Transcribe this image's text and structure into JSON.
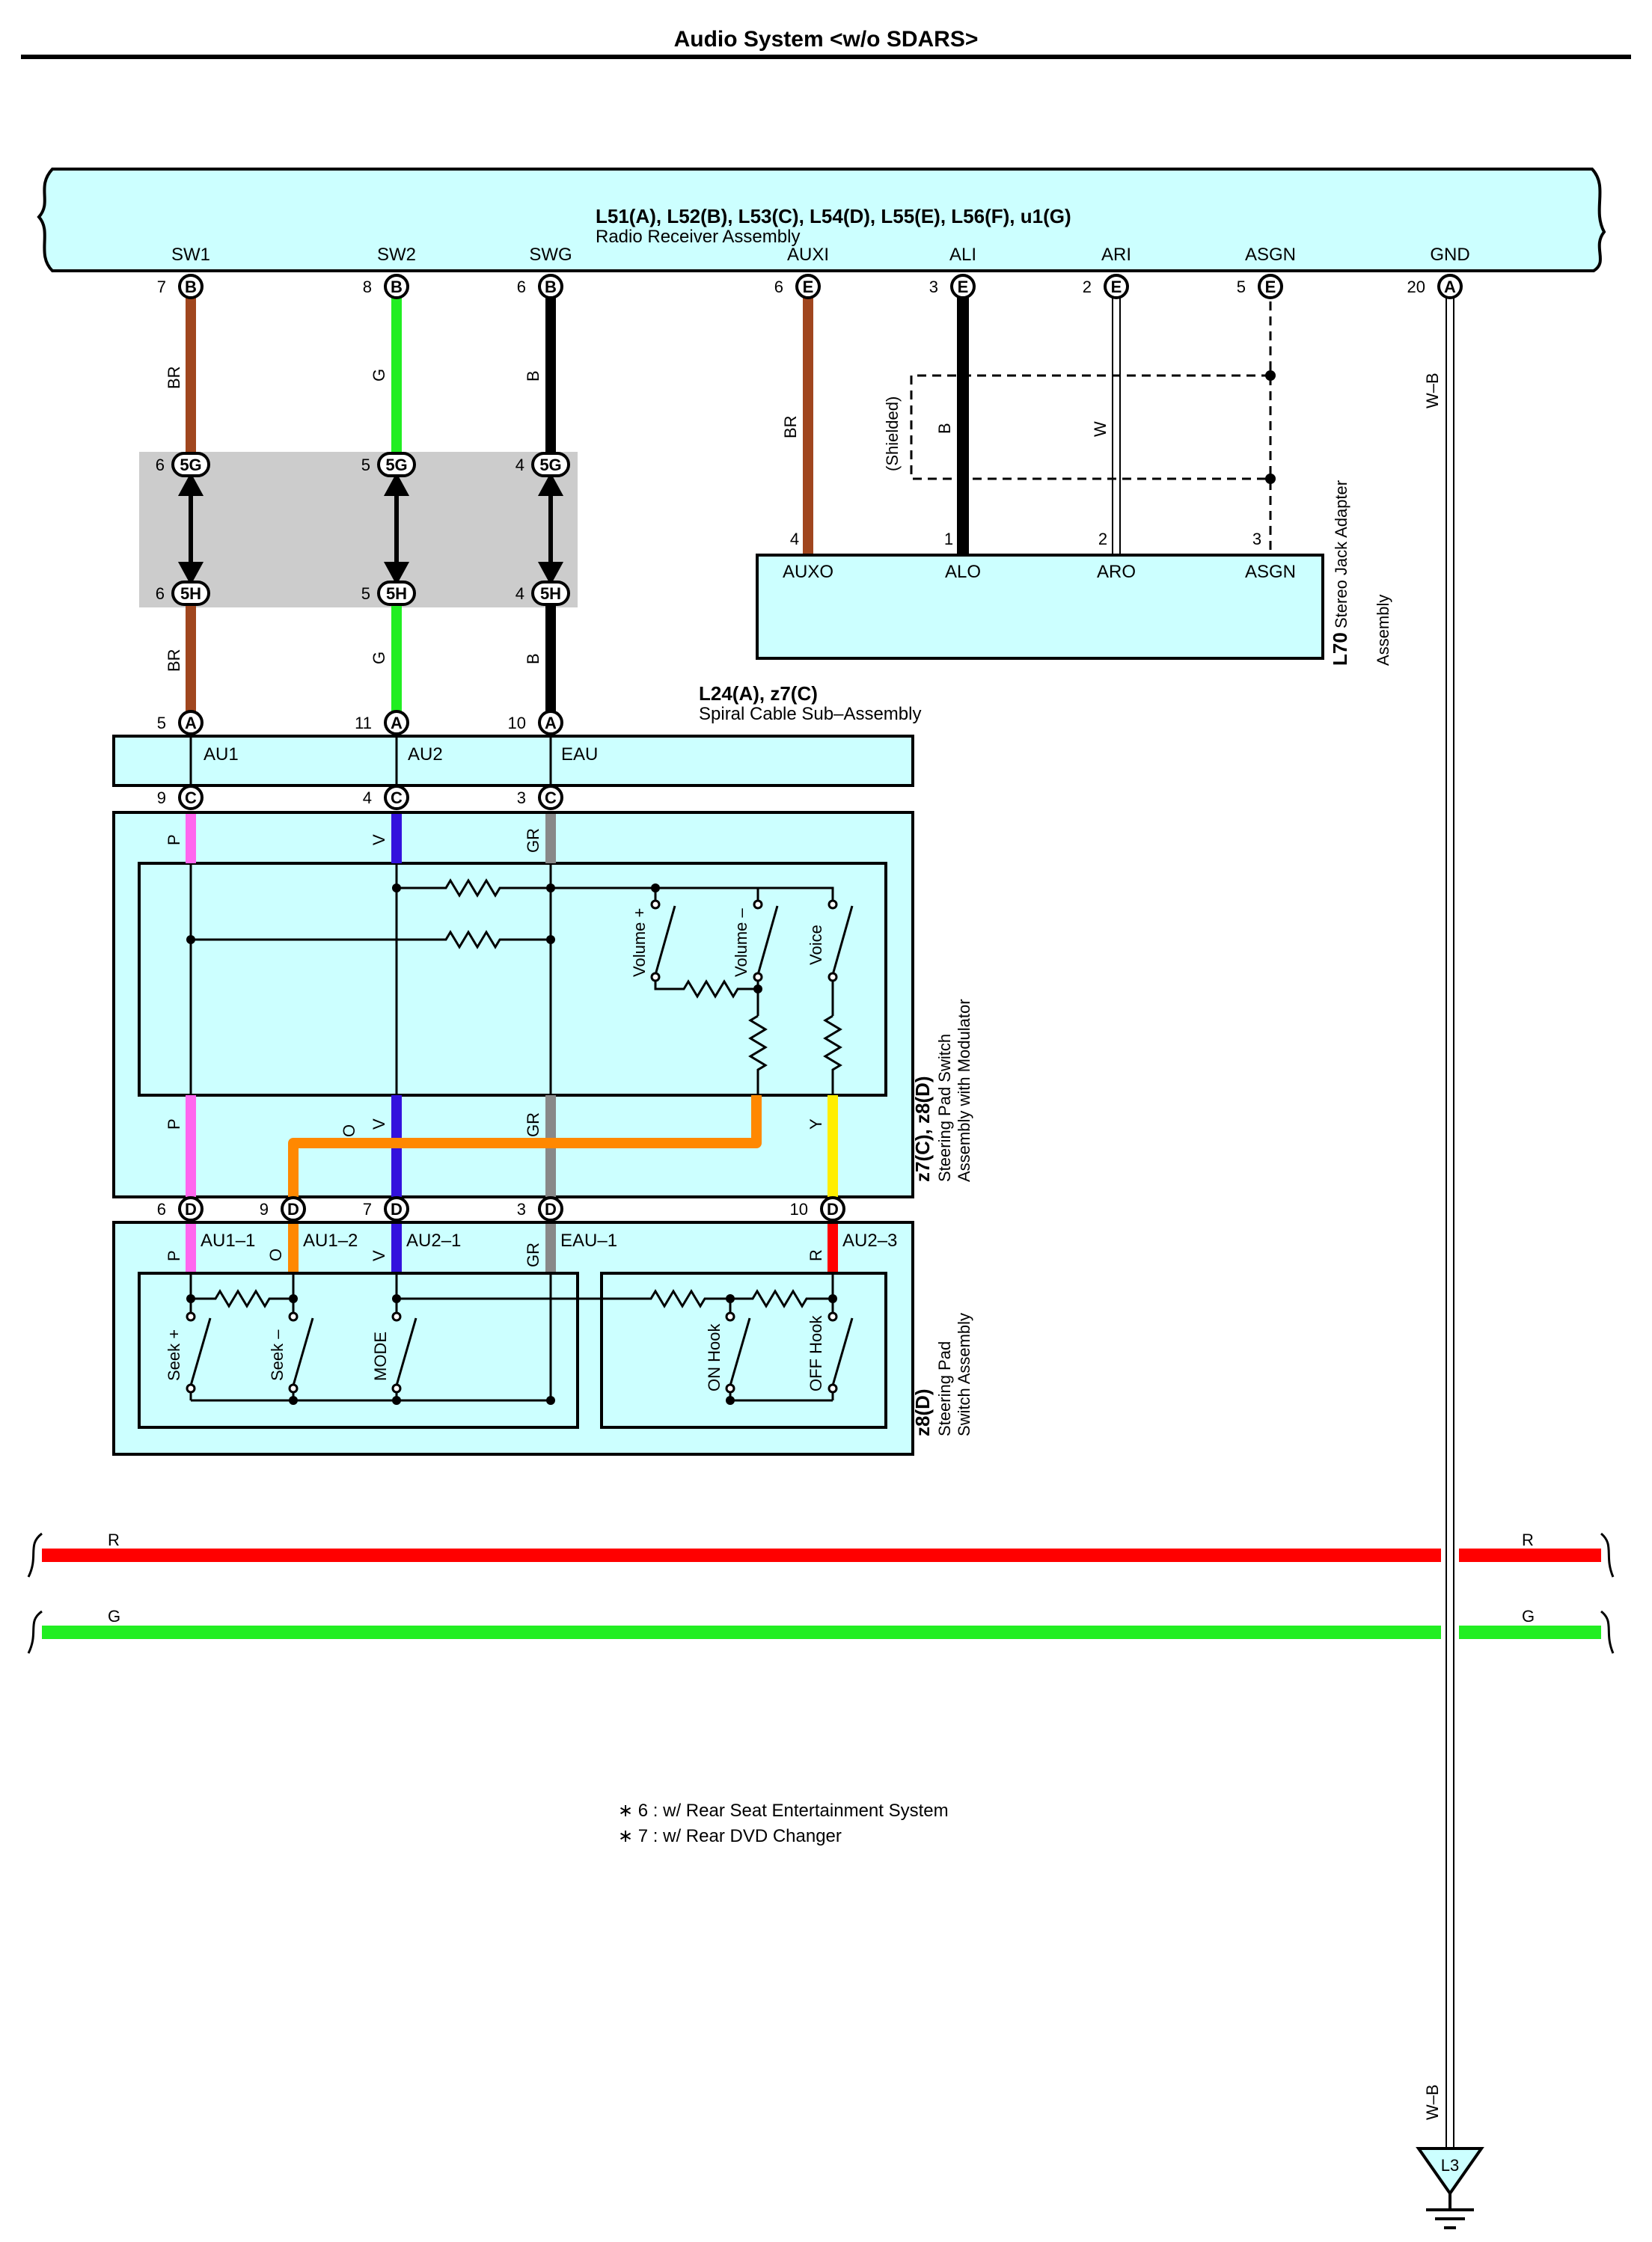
{
  "title": "Audio System <w/o SDARS>",
  "radio_receiver": {
    "connectors": "L51(A), L52(B), L53(C), L54(D), L55(E), L56(F), u1(G)",
    "name": "Radio Receiver Assembly",
    "terminals": [
      "SW1",
      "SW2",
      "SWG",
      "AUXI",
      "ALI",
      "ARI",
      "ASGN",
      "GND"
    ],
    "pins": [
      {
        "num": "7",
        "conn": "B"
      },
      {
        "num": "8",
        "conn": "B"
      },
      {
        "num": "6",
        "conn": "B"
      },
      {
        "num": "6",
        "conn": "E"
      },
      {
        "num": "3",
        "conn": "E"
      },
      {
        "num": "2",
        "conn": "E"
      },
      {
        "num": "5",
        "conn": "E"
      },
      {
        "num": "20",
        "conn": "A"
      }
    ]
  },
  "junction": {
    "upper": [
      {
        "num": "6",
        "conn": "5G"
      },
      {
        "num": "5",
        "conn": "5G"
      },
      {
        "num": "4",
        "conn": "5G"
      }
    ],
    "lower": [
      {
        "num": "6",
        "conn": "5H"
      },
      {
        "num": "5",
        "conn": "5H"
      },
      {
        "num": "4",
        "conn": "5H"
      }
    ]
  },
  "stereo_jack": {
    "id": "L70",
    "name_line1": "Stereo Jack Adapter",
    "name_line2": "Assembly",
    "terminals": [
      "AUXO",
      "ALO",
      "ARO",
      "ASGN"
    ],
    "pin_numbers": [
      "4",
      "1",
      "2",
      "3"
    ],
    "shielded_label": "(Shielded)"
  },
  "spiral_cable": {
    "connectors": "L24(A), z7(C)",
    "name": "Spiral Cable Sub–Assembly",
    "terminals": [
      "AU1",
      "AU2",
      "EAU"
    ],
    "top_pins": [
      {
        "num": "5",
        "conn": "A"
      },
      {
        "num": "11",
        "conn": "A"
      },
      {
        "num": "10",
        "conn": "A"
      }
    ],
    "bottom_pins": [
      {
        "num": "9",
        "conn": "C"
      },
      {
        "num": "4",
        "conn": "C"
      },
      {
        "num": "3",
        "conn": "C"
      }
    ]
  },
  "modulator": {
    "id": "z7(C), z8(D)",
    "name_line1": "Steering Pad Switch",
    "name_line2": "Assembly with Modulator",
    "switches": [
      "Volume +",
      "Volume –",
      "Voice"
    ],
    "bottom_pins": [
      {
        "num": "6",
        "conn": "D"
      },
      {
        "num": "9",
        "conn": "D"
      },
      {
        "num": "7",
        "conn": "D"
      },
      {
        "num": "3",
        "conn": "D"
      },
      {
        "num": "10",
        "conn": "D"
      }
    ]
  },
  "steering_pad": {
    "id": "z8(D)",
    "name_line1": "Steering Pad",
    "name_line2": "Switch Assembly",
    "terminals": [
      "AU1–1",
      "AU1–2",
      "AU2–1",
      "EAU–1",
      "AU2–3"
    ],
    "switches": [
      "Seek +",
      "Seek –",
      "MODE",
      "ON Hook",
      "OFF Hook"
    ]
  },
  "wire_colors": {
    "BR": "#a0461e",
    "G": "#22ee22",
    "B": "#000000",
    "P": "#ff66ee",
    "V": "#3311dd",
    "GR": "#888888",
    "O": "#ff8800",
    "Y": "#ffee00",
    "R": "#ff0000",
    "W": "#ffffff"
  },
  "wire_labels": {
    "br": "BR",
    "g": "G",
    "b": "B",
    "w": "W",
    "wb": "W–B",
    "p": "P",
    "v": "V",
    "gr": "GR",
    "o": "O",
    "y": "Y",
    "r": "R"
  },
  "ground": {
    "id": "L3"
  },
  "notes": [
    "∗ 6 : w/ Rear Seat Entertainment System",
    "∗ 7 : w/ Rear DVD Changer"
  ]
}
